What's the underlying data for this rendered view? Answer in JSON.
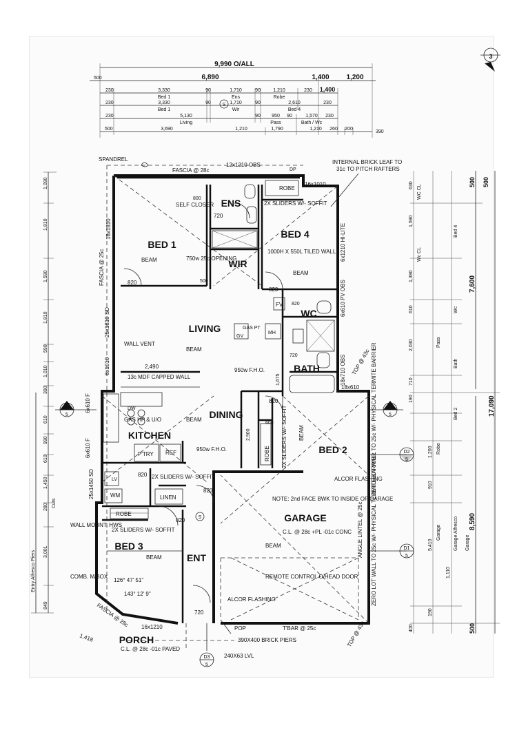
{
  "sheet": {
    "page_number": "3"
  },
  "dims_top": {
    "overall": "9,990 O/ALL",
    "row1": [
      "500",
      "6,890",
      "1,400",
      "1,200"
    ],
    "row2": [
      "230",
      "3,330",
      "90",
      "1,710",
      "90",
      "1,210",
      "230",
      "1,400"
    ],
    "row2_names": [
      "Bed 1",
      "Ens",
      "Robe"
    ],
    "row3": [
      "230",
      "3,330",
      "90",
      "1,710",
      "90",
      "2,610",
      "230"
    ],
    "row3_names": [
      "Bed 1",
      "Wir",
      "Bed 4"
    ],
    "row4": [
      "230",
      "5,130",
      "90",
      "950",
      "90",
      "1,570",
      "230"
    ],
    "row4_names": [
      "Living",
      "Pass",
      "Bath / Wc"
    ],
    "row5": [
      "500",
      "3,690",
      "1,210",
      "1,790",
      "1,210",
      "260",
      "200",
      "390"
    ]
  },
  "rooms": {
    "bed1": "BED 1",
    "ens": "ENS",
    "bed4": "BED 4",
    "wir": "WIR",
    "living": "LIVING",
    "wc": "WC",
    "bath": "BATH",
    "dining": "DINING",
    "kitchen": "KITCHEN",
    "bed2": "BED 2",
    "garage": "GARAGE",
    "bed3": "BED 3",
    "ent": "ENT",
    "porch": "PORCH"
  },
  "notes": {
    "spandrel": "SPANDREL",
    "fascia_top": "FASCIA @ 28c",
    "obs_top": "12x1210 OBS",
    "dp": "DP",
    "robe": "ROBE",
    "win_16x1010": "16x1010",
    "internal_brick": "INTERNAL BRICK LEAF TO",
    "internal_brick2": "31c TO PITCH RAFTERS",
    "self_closer": "SELF CLOSER",
    "sliders_soffit": "2X SLIDERS W/- SOFFIT",
    "d720": "720",
    "d800": "800",
    "d500": "500",
    "fascia_left": "FASCIA @ 25c",
    "win_18x1810": "18x1810",
    "opening": "750w 25c OPENING",
    "beam": "BEAM",
    "d820": "820",
    "tiled_wall": "1000H X 550L TILED WALL",
    "hilite": "6x1210 HI-LITE",
    "fv": "FV",
    "pv_obs": "6x610 PV OBS",
    "gas_pt": "GAS PT",
    "gv": "GV",
    "mh": "MH",
    "wall_vent": "WALL VENT",
    "sd_25x1810": "25x1810 SD",
    "win_6x1010": "6x1010",
    "d2490": "2,490",
    "mdf_wall": "13c MDF CAPPED WALL",
    "fho950": "950w F.H.O.",
    "d1675": "1,675",
    "obs_18x710": "18x710 OBS",
    "dp_610": "18x610",
    "top_43": "TOP @ 43c",
    "dw": "DW",
    "gas_hp": "GAS HP & U/O",
    "win_6x610f": "6x610 F",
    "pantry": "P'TRY",
    "ref": "REF",
    "d2900": "2,900",
    "d600": "600",
    "zero_lot": "ZERO LOT WALL TO 25c W/- PHYSICAL TERMITE BARRIER",
    "sd_25x1450": "25x1450 SD",
    "lv": "LV",
    "wm": "WM",
    "linen": "LINEN",
    "alcor": "ALCOR FLASHING",
    "note_garage": "NOTE: 2nd FACE BWK TO INSIDE OF GARAGE",
    "garage_cl": "C.L. @ 28c +PL -01c CONC",
    "angle_lintel": "ANGLE LINTEL @ 25c",
    "wall_mount": "WALL MOUNT, HWS",
    "comb": "COMB. M/BOX",
    "angle1": "126° 47' 51\"",
    "angle2": "143° 12' 9\"",
    "remote": "REMOTE CONTROL O/HEAD DOOR",
    "fascia_28": "FASCIA @ 28c",
    "win_16x1210": "16x1210",
    "d1418": "1,418",
    "porch_cl": "C.L. @ 28c -01c PAVED",
    "pop": "POP",
    "tbar": "T'BAR @ 25c",
    "top_43b": "TOP @ 43c",
    "brick_piers": "390X400 BRICK PIERS",
    "lvl": "240X63 LVL",
    "s": "S"
  },
  "markers": [
    {
      "id": "X",
      "sheet": "5"
    },
    {
      "id": "X",
      "sheet": "5"
    },
    {
      "id": "D2",
      "sheet": "5"
    },
    {
      "id": "D1",
      "sheet": "5"
    },
    {
      "id": "D3",
      "sheet": "5"
    }
  ],
  "dims_right": {
    "overall": "17,090",
    "major": [
      "7,600",
      "8,590"
    ],
    "secondary": [
      "500",
      "500",
      "500"
    ],
    "minor": [
      "630",
      "1,590",
      "1,390",
      "610",
      "2,030",
      "710",
      "190",
      "1,200",
      "910",
      "1,110",
      "5,410",
      "190",
      "400"
    ],
    "names": [
      "WC CL",
      "Wc CL",
      "Bed 4",
      "Wc",
      "Pass",
      "Bath",
      "Bed 2",
      "Robe",
      "Garage",
      "Garage Alfresco",
      "Garage"
    ]
  },
  "dims_left": {
    "values": [
      "1,090",
      "1,810",
      "1,590",
      "1,810",
      "590",
      "1,010",
      "390",
      "610",
      "990",
      "610",
      "1,450",
      "280",
      "3,001",
      "849"
    ],
    "names": [
      "Entry Alfresco Piers",
      "Cuts"
    ]
  }
}
